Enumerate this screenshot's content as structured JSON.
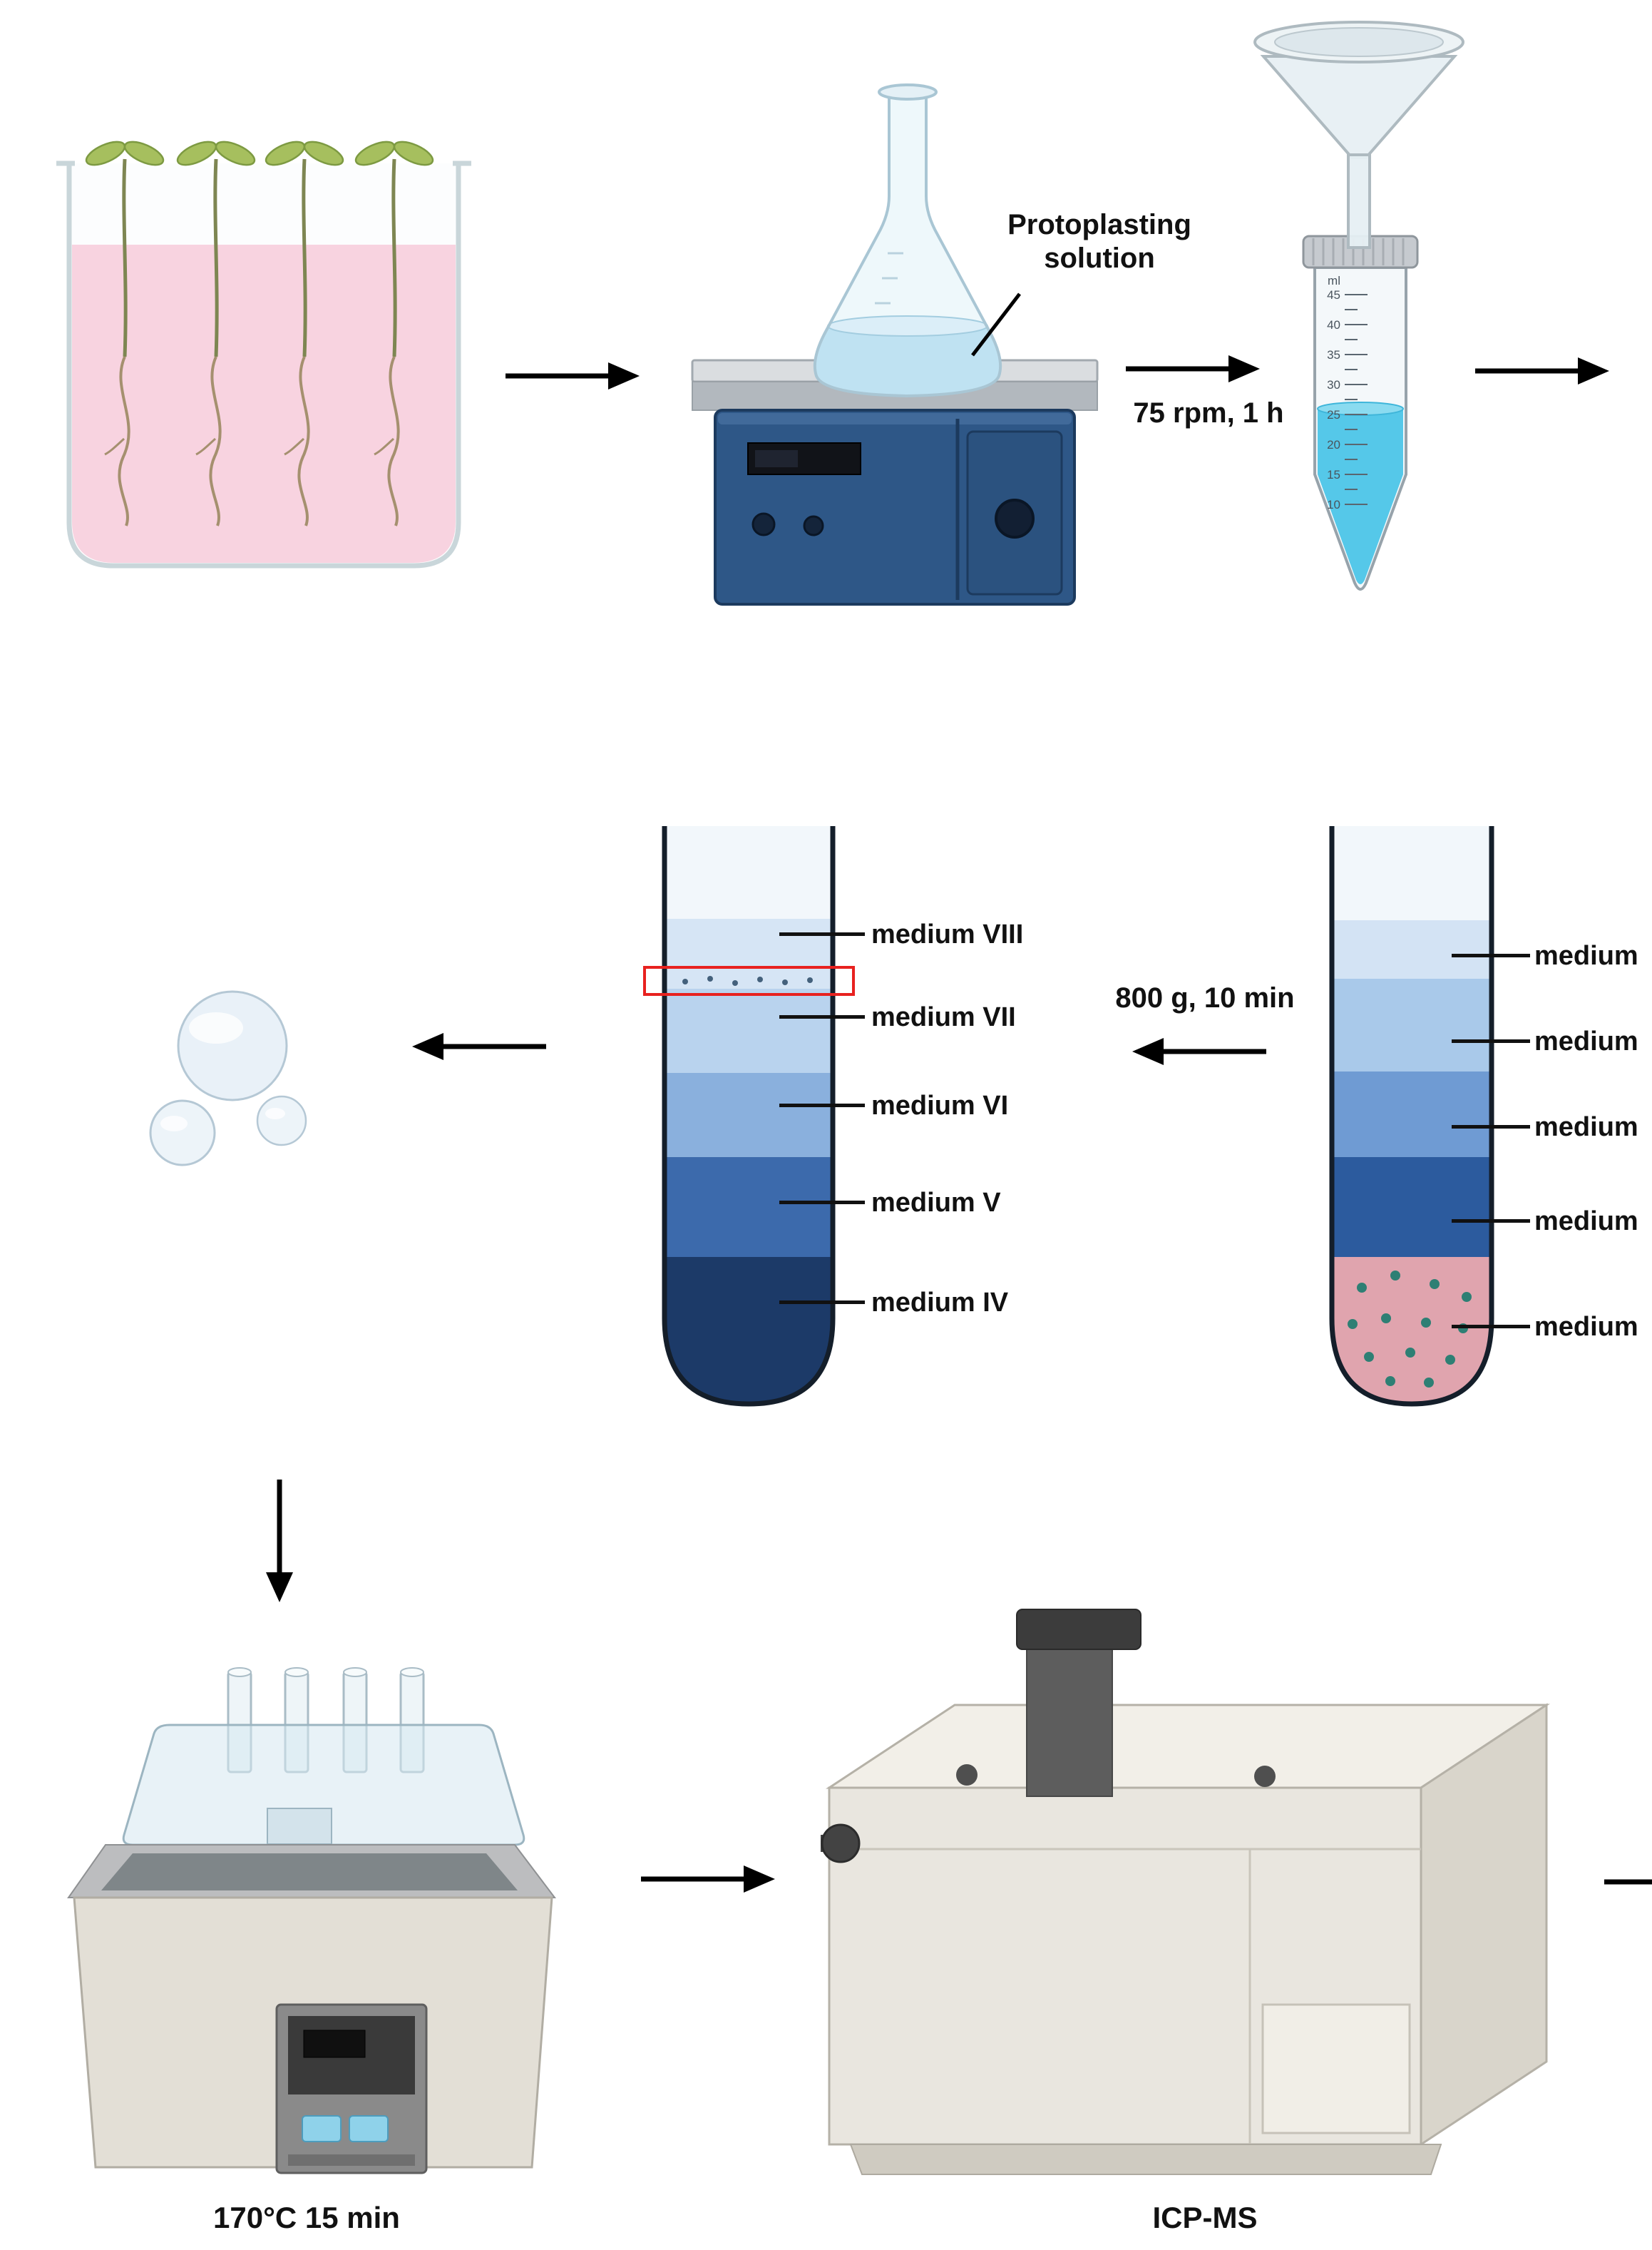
{
  "figure": {
    "labels": {
      "protoplasting_line1": "Protoplasting",
      "protoplasting_line2": "solution",
      "shaking_condition": "75 rpm, 1 h",
      "centrifugation_condition": "800 g, 10 min",
      "digestion_condition": "170°C 15 min",
      "instrument_name": "ICP-MS"
    },
    "falcon_tube": {
      "unit_label": "ml",
      "graduations": [
        "45",
        "40",
        "35",
        "30",
        "25",
        "20",
        "15",
        "10"
      ]
    },
    "gradient_tube": {
      "layer_labels": [
        "medium VIII",
        "medium VII",
        "medium VI",
        "medium V",
        "medium IV"
      ]
    },
    "pellet_tube": {
      "layer_labels": [
        "medium",
        "medium",
        "medium",
        "medium",
        "medium"
      ]
    },
    "colors": {
      "hydroponic_pink": "#f8d3e0",
      "flask_liquid_blue": "#bfe2f2",
      "falcon_liquid_cyan": "#55c8e9",
      "shaker_body_blue": "#2e5787",
      "gradient_layers": [
        "#d6e5f5",
        "#b9d3ee",
        "#8ab0dd",
        "#3c6aac",
        "#1c3a68"
      ],
      "pellet_layer_pink": "#e0a4ae",
      "protoplast_dots_teal": "#2e7f74",
      "band_highlight_red": "#e8211f",
      "arrow_black": "#000000"
    }
  }
}
